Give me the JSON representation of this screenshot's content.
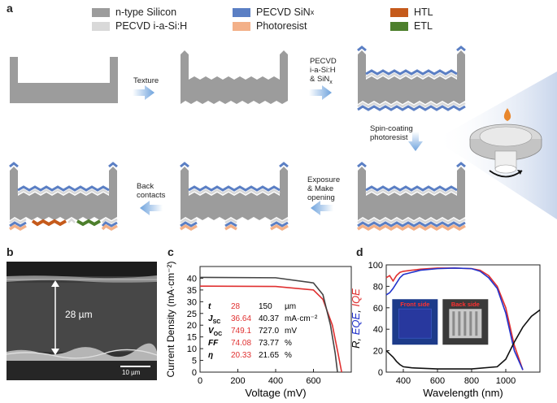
{
  "panels": {
    "a": "a",
    "b": "b",
    "c": "c",
    "d": "d"
  },
  "legend": [
    {
      "label": "n-type Silicon",
      "color": "#9c9c9c"
    },
    {
      "label": "PECVD i-a-Si:H",
      "color": "#d9d9d9"
    },
    {
      "label": "PECVD SiN",
      "sub": "x",
      "color": "#5b7fc4"
    },
    {
      "label": "Photoresist",
      "color": "#f3b088"
    },
    {
      "label": "HTL",
      "color": "#c55a1b"
    },
    {
      "label": "ETL",
      "color": "#4d7f2c"
    }
  ],
  "steps": {
    "texture": "Texture",
    "pecvd": [
      "PECVD",
      "i-a-Si:H",
      "& SiN"
    ],
    "pecvd_sub": "x",
    "spin": [
      "Spin-coating",
      "photoresist"
    ],
    "exposure": [
      "Exposure",
      "& Make",
      "opening"
    ],
    "back": [
      "Back",
      "contacts"
    ]
  },
  "sem": {
    "thickness": "28 µm",
    "scale": "10 µm"
  },
  "chart_data": [
    {
      "type": "line",
      "panel": "c",
      "xlabel": "Voltage (mV)",
      "ylabel": "Current Density (mA·cm⁻²)",
      "xlim": [
        0,
        800
      ],
      "ylim": [
        0,
        45
      ],
      "xticks": [
        0,
        200,
        400,
        600
      ],
      "yticks": [
        0,
        5,
        10,
        15,
        20,
        25,
        30,
        35,
        40
      ],
      "series": [
        {
          "color": "#e03030",
          "x": [
            0,
            400,
            600,
            650,
            700,
            730,
            749.1
          ],
          "y": [
            36.64,
            36.5,
            35.0,
            31.0,
            20.0,
            8.0,
            0
          ]
        },
        {
          "color": "#444444",
          "x": [
            0,
            400,
            600,
            650,
            690,
            715,
            727.0
          ],
          "y": [
            40.37,
            40.2,
            38.0,
            33.0,
            20.0,
            8.0,
            0
          ]
        }
      ],
      "table": {
        "rows": [
          {
            "param": "t",
            "sub": "",
            "red": "28",
            "black": "150",
            "unit": "µm"
          },
          {
            "param": "J",
            "sub": "SC",
            "red": "36.64",
            "black": "40.37",
            "unit": "mA·cm⁻²"
          },
          {
            "param": "V",
            "sub": "OC",
            "red": "749.1",
            "black": "727.0",
            "unit": "mV"
          },
          {
            "param": "FF",
            "sub": "",
            "red": "74.08",
            "black": "73.77",
            "unit": "%"
          },
          {
            "param": "η",
            "sub": "",
            "red": "20.33",
            "black": "21.65",
            "unit": "%"
          }
        ]
      }
    },
    {
      "type": "line",
      "panel": "d",
      "xlabel": "Wavelength (nm)",
      "ylabel_parts": [
        {
          "text": "R, ",
          "color": "#111111"
        },
        {
          "text": "EQE",
          "color": "#2233cc"
        },
        {
          "text": ", ",
          "color": "#111111"
        },
        {
          "text": "IQE",
          "color": "#e03030"
        }
      ],
      "xlim": [
        300,
        1200
      ],
      "ylim": [
        0,
        100
      ],
      "xticks": [
        400,
        600,
        800,
        1000
      ],
      "yticks": [
        0,
        20,
        40,
        60,
        80,
        100
      ],
      "series": [
        {
          "color": "#e03030",
          "x": [
            300,
            320,
            340,
            360,
            380,
            400,
            450,
            500,
            600,
            700,
            800,
            850,
            900,
            950,
            1000,
            1050,
            1100
          ],
          "y": [
            88,
            90,
            85,
            90,
            93,
            94,
            95,
            96,
            97,
            97,
            96.5,
            95,
            90,
            80,
            60,
            25,
            2
          ]
        },
        {
          "color": "#2233cc",
          "x": [
            300,
            320,
            340,
            360,
            380,
            400,
            450,
            500,
            600,
            700,
            800,
            850,
            900,
            950,
            1000,
            1050,
            1100
          ],
          "y": [
            72,
            74,
            78,
            83,
            88,
            91,
            93,
            95,
            96.5,
            97,
            96.5,
            94,
            88,
            78,
            55,
            20,
            2
          ]
        },
        {
          "color": "#111111",
          "x": [
            300,
            320,
            340,
            360,
            380,
            400,
            450,
            600,
            800,
            950,
            1000,
            1050,
            1100,
            1150,
            1200
          ],
          "y": [
            20,
            17,
            14,
            10,
            7,
            5,
            4,
            3,
            3,
            5,
            12,
            28,
            42,
            52,
            58
          ]
        }
      ],
      "insets": {
        "front": "Front side",
        "back": "Back side"
      }
    }
  ]
}
